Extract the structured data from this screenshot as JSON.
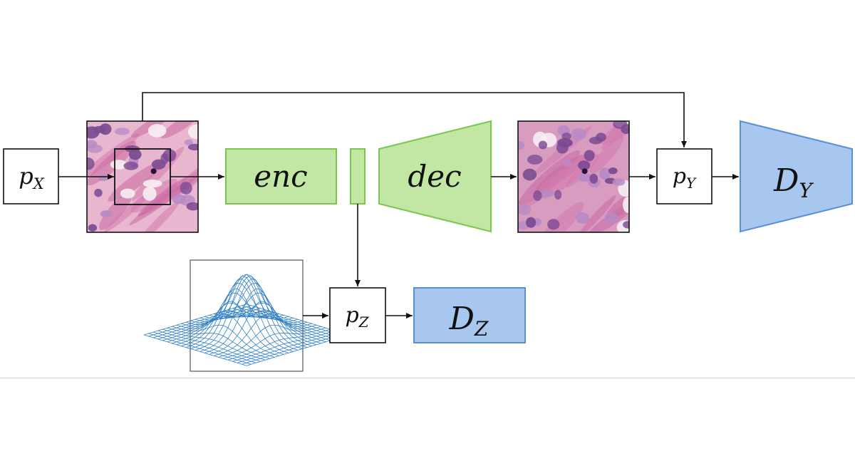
{
  "nodes": {
    "pX": {
      "symbol": "p",
      "sub": "X"
    },
    "pY": {
      "symbol": "p",
      "sub": "Y"
    },
    "pZ": {
      "symbol": "p",
      "sub": "Z"
    },
    "enc": {
      "label": "enc"
    },
    "dec": {
      "label": "dec"
    },
    "DY": {
      "symbol": "D",
      "sub": "Y"
    },
    "DZ": {
      "symbol": "D",
      "sub": "Z"
    }
  },
  "colors": {
    "generator_fill": "#c2e6a3",
    "generator_stroke": "#7cc64e",
    "discriminator_fill": "#a7c7ef",
    "discriminator_stroke": "#5a8fd6",
    "tissue_base": "#e8b6cf",
    "nucleus": "#5b2f77",
    "prior_surface": "#2f7fc4"
  },
  "images": {
    "input_patch": "histology-tissue-image",
    "output_patch": "histology-tissue-image",
    "prior": "gaussian-surface-plot"
  }
}
